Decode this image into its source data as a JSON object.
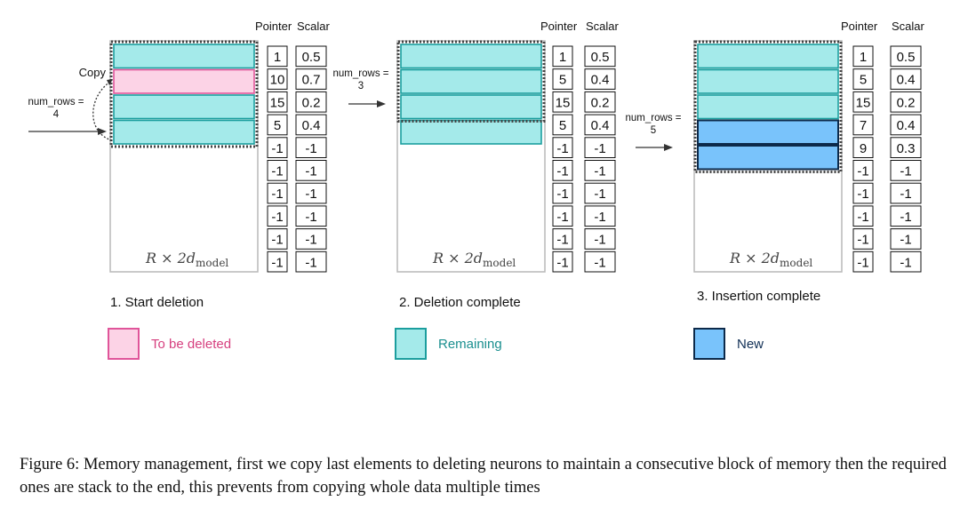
{
  "panels": [
    {
      "title": "1. Start deletion",
      "header_pointer": "Pointer",
      "header_scalar": "Scalar",
      "matrix_label": "R × 2d",
      "matrix_label_sub": "model",
      "rows": [
        {
          "pointer": "1",
          "scalar": "0.5"
        },
        {
          "pointer": "10",
          "scalar": "0.7"
        },
        {
          "pointer": "15",
          "scalar": "0.2"
        },
        {
          "pointer": "5",
          "scalar": "0.4"
        },
        {
          "pointer": "-1",
          "scalar": "-1"
        },
        {
          "pointer": "-1",
          "scalar": "-1"
        },
        {
          "pointer": "-1",
          "scalar": "-1"
        },
        {
          "pointer": "-1",
          "scalar": "-1"
        },
        {
          "pointer": "-1",
          "scalar": "-1"
        },
        {
          "pointer": "-1",
          "scalar": "-1"
        }
      ],
      "blocks": [
        "remaining",
        "deleted",
        "remaining",
        "remaining"
      ],
      "copy_label": "Copy",
      "num_rows_label": "num_rows =",
      "num_rows_value": "4"
    },
    {
      "title": "2. Deletion complete",
      "header_pointer": "Pointer",
      "header_scalar": "Scalar",
      "matrix_label": "R × 2d",
      "matrix_label_sub": "model",
      "rows": [
        {
          "pointer": "1",
          "scalar": "0.5"
        },
        {
          "pointer": "5",
          "scalar": "0.4"
        },
        {
          "pointer": "15",
          "scalar": "0.2"
        },
        {
          "pointer": "5",
          "scalar": "0.4"
        },
        {
          "pointer": "-1",
          "scalar": "-1"
        },
        {
          "pointer": "-1",
          "scalar": "-1"
        },
        {
          "pointer": "-1",
          "scalar": "-1"
        },
        {
          "pointer": "-1",
          "scalar": "-1"
        },
        {
          "pointer": "-1",
          "scalar": "-1"
        },
        {
          "pointer": "-1",
          "scalar": "-1"
        }
      ],
      "blocks": [
        "remaining",
        "remaining",
        "remaining",
        "remaining"
      ],
      "num_rows_label": "num_rows =",
      "num_rows_value": "3"
    },
    {
      "title": "3. Insertion complete",
      "header_pointer": "Pointer",
      "header_scalar": "Scalar",
      "matrix_label": "R × 2d",
      "matrix_label_sub": "model",
      "rows": [
        {
          "pointer": "1",
          "scalar": "0.5"
        },
        {
          "pointer": "5",
          "scalar": "0.4"
        },
        {
          "pointer": "15",
          "scalar": "0.2"
        },
        {
          "pointer": "7",
          "scalar": "0.4"
        },
        {
          "pointer": "9",
          "scalar": "0.3"
        },
        {
          "pointer": "-1",
          "scalar": "-1"
        },
        {
          "pointer": "-1",
          "scalar": "-1"
        },
        {
          "pointer": "-1",
          "scalar": "-1"
        },
        {
          "pointer": "-1",
          "scalar": "-1"
        },
        {
          "pointer": "-1",
          "scalar": "-1"
        }
      ],
      "blocks": [
        "remaining",
        "remaining",
        "remaining",
        "new",
        "new"
      ],
      "num_rows_label": "num_rows =",
      "num_rows_value": "5"
    }
  ],
  "legend": [
    {
      "key": "deleted",
      "label": "To be deleted",
      "fill": "#fcd3e6",
      "stroke": "#e0559a",
      "text_color": "#d6407f"
    },
    {
      "key": "remaining",
      "label": "Remaining",
      "fill": "#a4eaea",
      "stroke": "#1c9e9e",
      "text_color": "#1a8f8f"
    },
    {
      "key": "new",
      "label": "New",
      "fill": "#79c3fb",
      "stroke": "#0d2a4a",
      "text_color": "#102f55"
    }
  ],
  "caption": "Figure 6: Memory management, first we copy last elements to deleting neurons to maintain a consecutive block of memory then the required ones are stack to the end, this prevents from copying whole data multiple times"
}
